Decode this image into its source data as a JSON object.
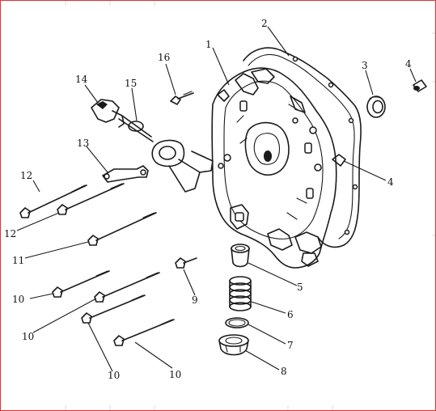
{
  "diagram": {
    "callouts": [
      "1",
      "2",
      "3",
      "4",
      "4",
      "5",
      "6",
      "7",
      "8",
      "9",
      "10",
      "10",
      "10",
      "10",
      "11",
      "12",
      "12",
      "13",
      "14",
      "15",
      "16"
    ]
  },
  "colors": {
    "ink": "#1a1a1a",
    "frame_border": "#e03030",
    "background": "#ffffff"
  }
}
